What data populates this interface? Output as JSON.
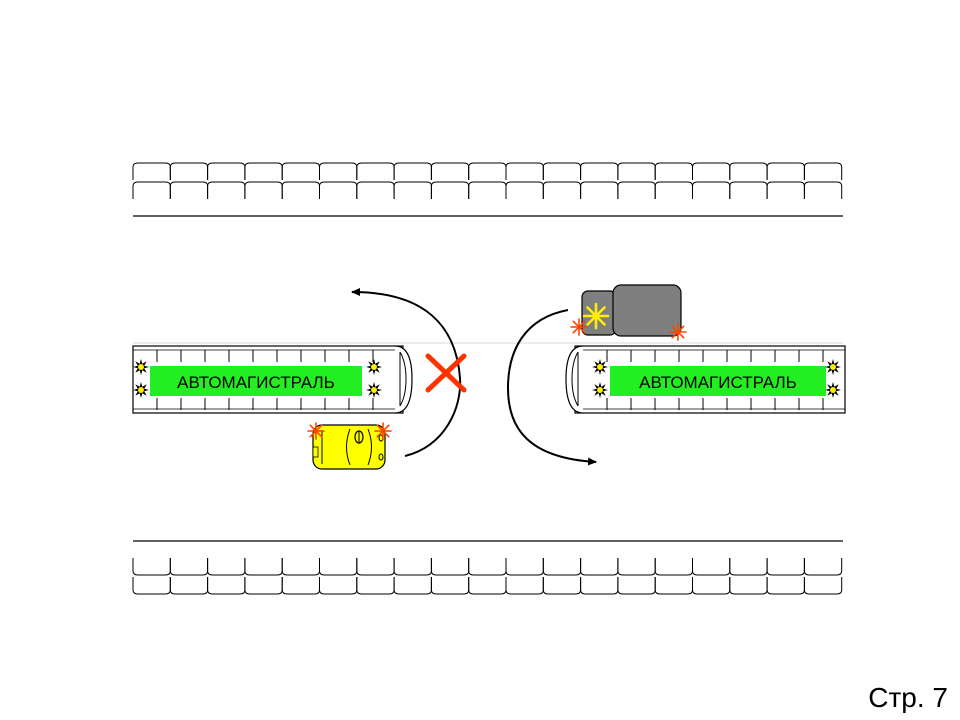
{
  "diagram": {
    "left_road": {
      "sign_label": "АВТОМАГИСТРАЛЬ",
      "sign_color": "#22ee22"
    },
    "right_road": {
      "sign_label": "АВТОМАГИСТРАЛЬ",
      "sign_color": "#22ee22"
    },
    "prohibition_mark": {
      "symbol": "cross",
      "color": "#ff3300"
    },
    "cars": [
      {
        "name": "yellow-car",
        "color": "#ffff00"
      },
      {
        "name": "gray-truck",
        "color": "#7f7f7f"
      }
    ],
    "hazard_color": "#ff4400",
    "light_color": "#ffee00"
  },
  "footer": {
    "page_label": "Стр. 7"
  }
}
